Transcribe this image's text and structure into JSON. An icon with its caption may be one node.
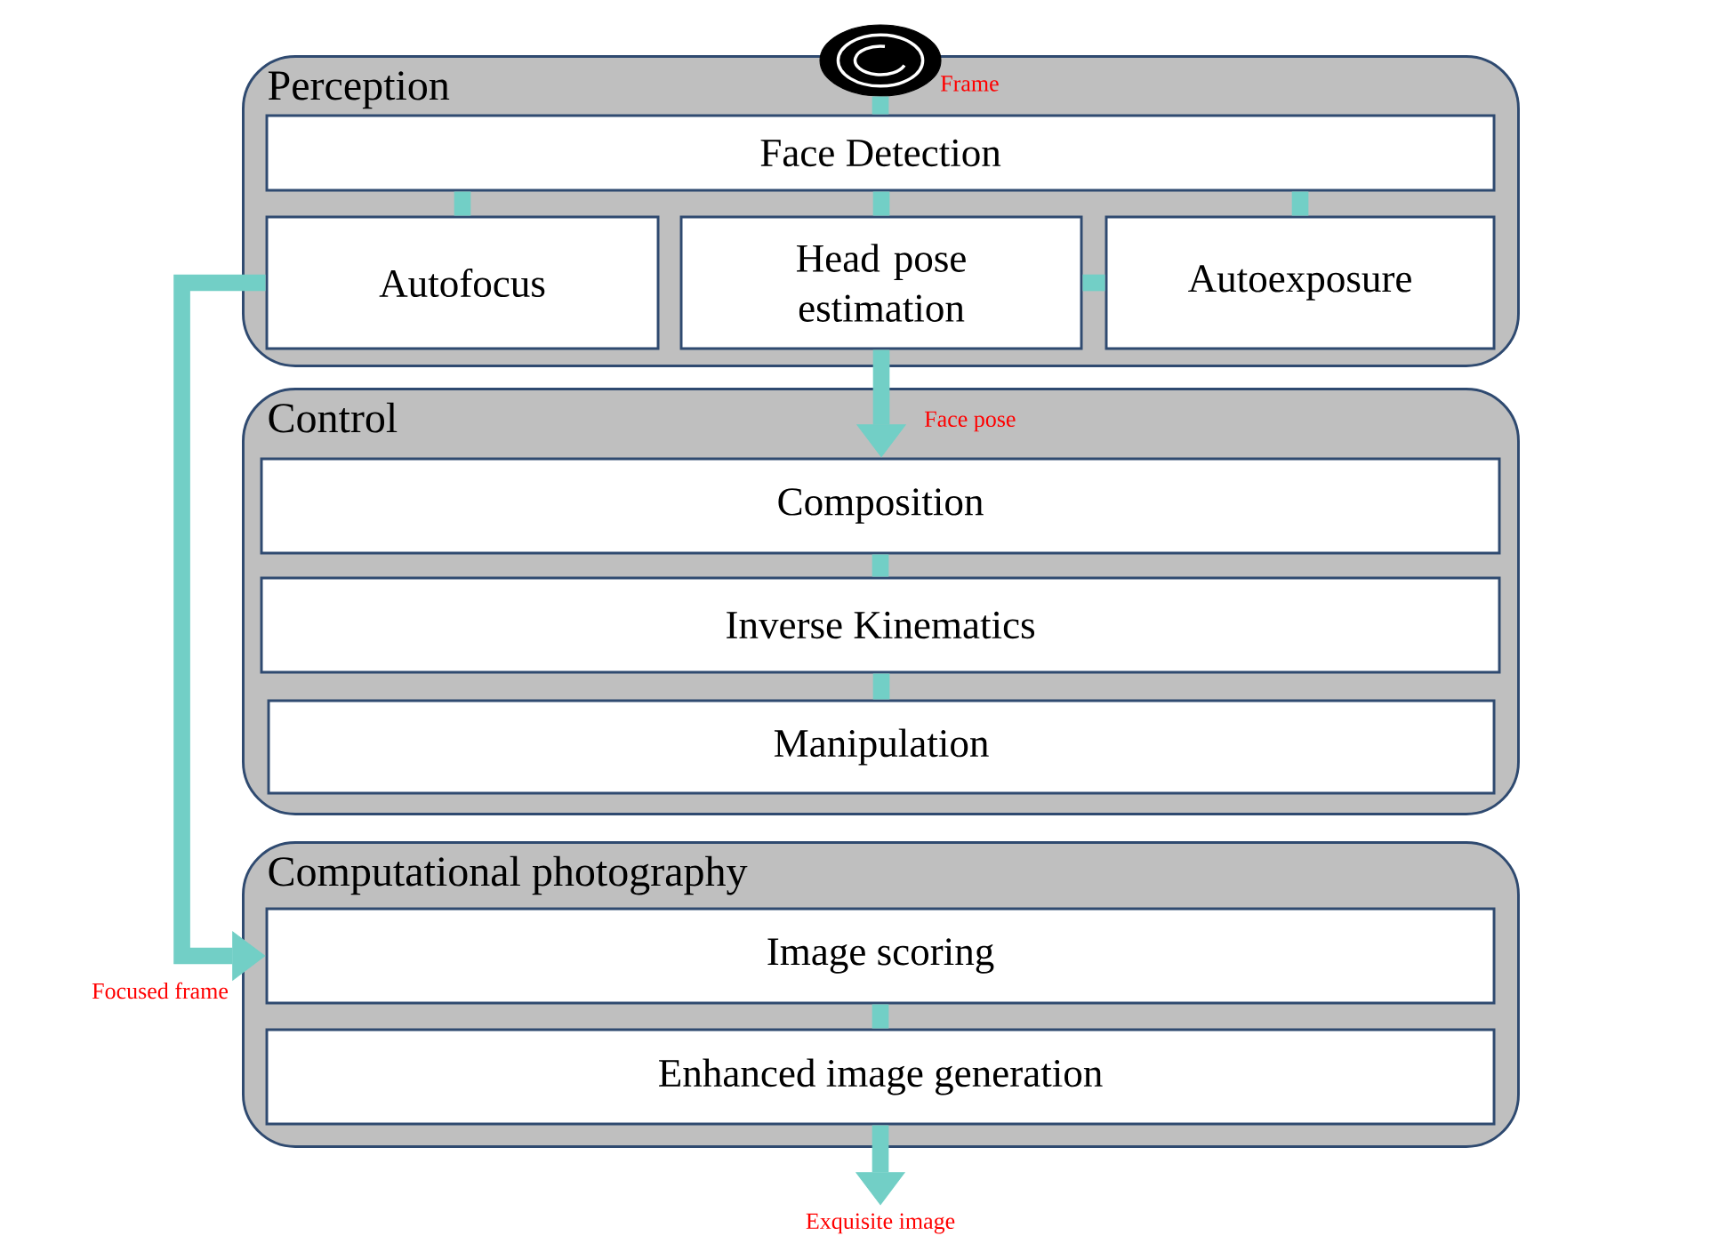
{
  "diagram": {
    "nodes": [
      {
        "text": [],
        "shape": "picture"
      },
      {
        "text": [
          "Perception"
        ]
      },
      {
        "text": [
          "Face Detection"
        ],
        "in": 1
      },
      {
        "text": [
          "Autofocus"
        ],
        "in": 1
      },
      {
        "text": [
          "Head pose estimation"
        ],
        "in": 1
      },
      {
        "text": [
          "Autoexposure"
        ],
        "in": 1
      },
      {
        "text": [
          "Control"
        ]
      },
      {
        "text": [
          "Composition"
        ],
        "in": 6
      },
      {
        "text": [
          "Inverse Kinematics"
        ],
        "in": 6
      },
      {
        "text": [
          "Manipulation"
        ],
        "in": 6
      },
      {
        "text": [
          "Computational photography"
        ]
      },
      {
        "text": [
          "Image scoring"
        ],
        "in": 10
      },
      {
        "text": [
          "Enhanced image generation"
        ],
        "in": 10
      }
    ],
    "edges": [
      {
        "from": 0,
        "to": 2,
        "arrow": "none",
        "label": "Frame"
      },
      {
        "from": 2,
        "to": 3,
        "arrow": "none"
      },
      {
        "from": 2,
        "to": 4,
        "arrow": "none"
      },
      {
        "from": 2,
        "to": 5,
        "arrow": "none"
      },
      {
        "from": 4,
        "to": 5,
        "arrow": "none"
      },
      {
        "from": 4,
        "to": 7,
        "arrow": "to",
        "label": "Face pose"
      },
      {
        "from": 7,
        "to": 8,
        "arrow": "none"
      },
      {
        "from": 8,
        "to": 9,
        "arrow": "none"
      },
      {
        "from": 3,
        "to": 11,
        "arrow": "to",
        "label": "Focused frame"
      },
      {
        "from": 11,
        "to": 12,
        "arrow": "none"
      },
      {
        "from": 12,
        "to": null,
        "arrow": "to",
        "label": "Exquisite image"
      }
    ]
  }
}
